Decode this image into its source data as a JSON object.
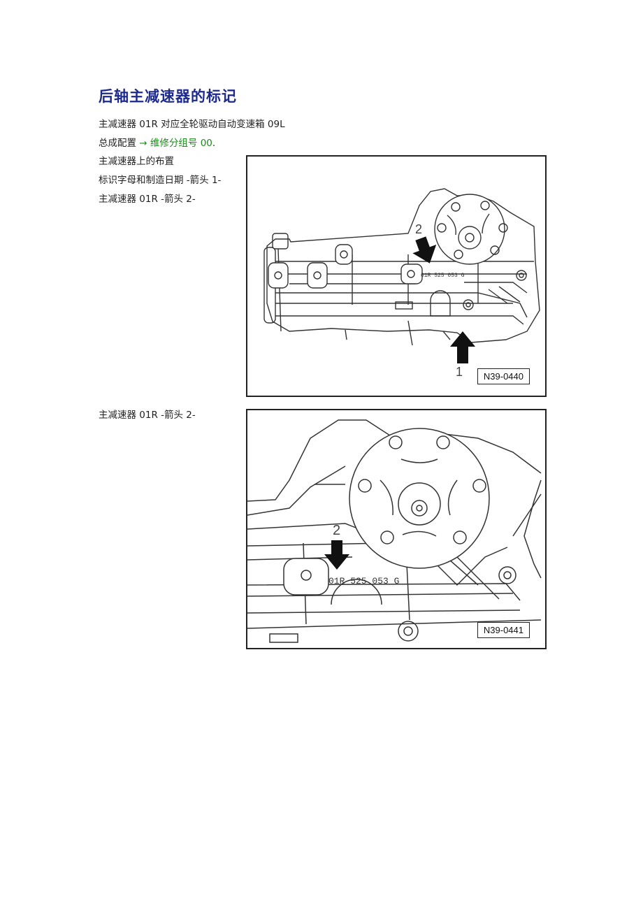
{
  "title": "后轴主减速器的标记",
  "intro": {
    "line1": "主减速器  01R  对应全轮驱动自动变速箱  09L",
    "line2_prefix": "总成配置 ",
    "line2_link": "→ 维修分组号  00",
    "line2_suffix": "."
  },
  "arrangement": {
    "heading": "主减速器上的布置",
    "item1": "标识字母和制造日期  -箭头  1-",
    "item2": "主减速器  01R -箭头 2-"
  },
  "figure1": {
    "label": "N39-0440",
    "arrow1_number": "1",
    "arrow2_number": "2",
    "stamp": "01R 525 053 G"
  },
  "section2": {
    "caption": "主减速器  01R -箭头 2-"
  },
  "figure2": {
    "label": "N39-0441",
    "arrow2_number": "2",
    "stamp": "01R   525   053   G"
  }
}
